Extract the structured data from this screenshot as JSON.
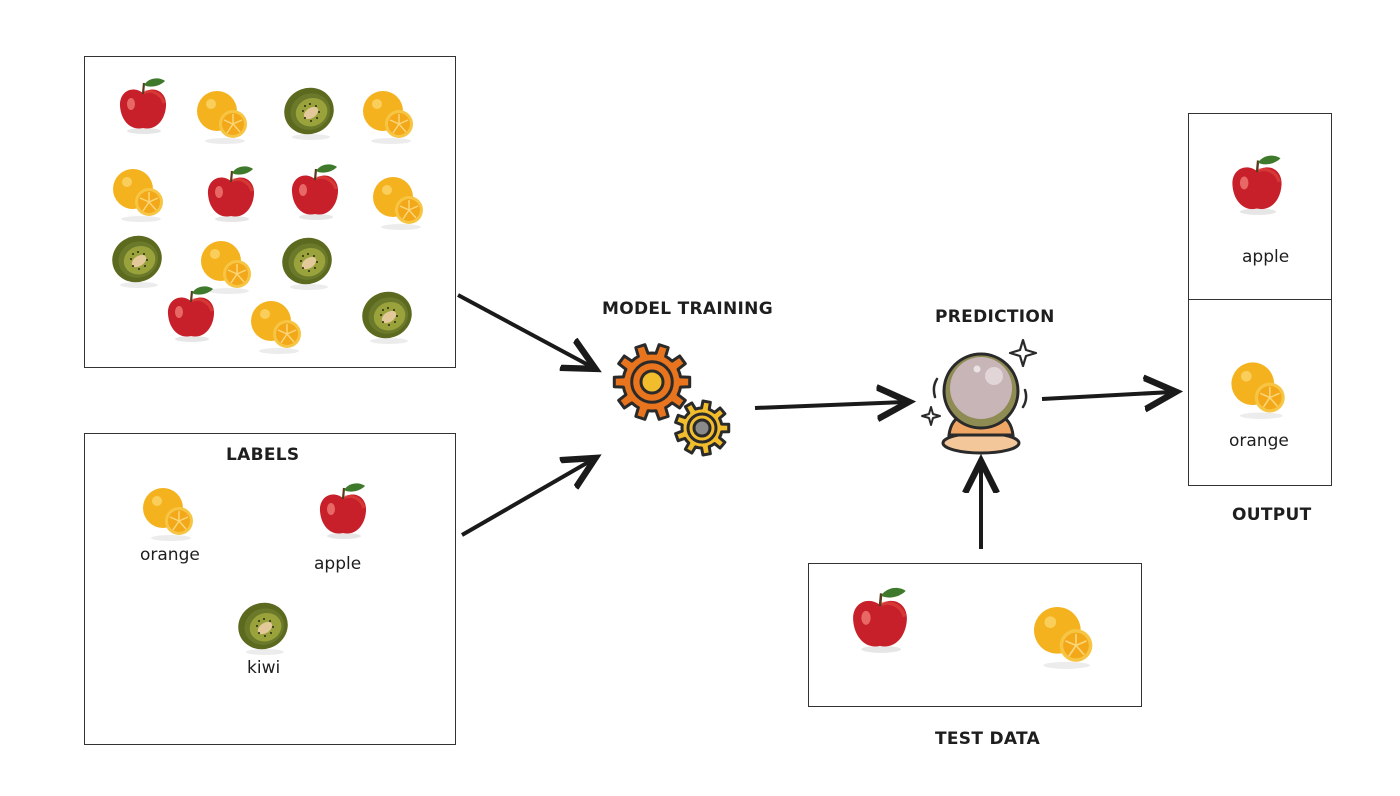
{
  "headings": {
    "model_training": "MODEL TRAINING",
    "prediction": "PREDICTION",
    "labels": "LABELS",
    "output": "OUTPUT",
    "test_data": "TEST DATA"
  },
  "labels_panel": {
    "items": [
      {
        "fruit": "orange",
        "text": "orange"
      },
      {
        "fruit": "apple",
        "text": "apple"
      },
      {
        "fruit": "kiwi",
        "text": "kiwi"
      }
    ]
  },
  "training_panel": {
    "items": [
      "apple",
      "orange",
      "kiwi",
      "orange",
      "orange",
      "apple",
      "apple",
      "orange",
      "kiwi",
      "orange",
      "kiwi",
      "apple",
      "orange",
      "kiwi"
    ]
  },
  "test_panel": {
    "items": [
      "apple",
      "orange"
    ]
  },
  "output_panel": {
    "items": [
      {
        "fruit": "apple",
        "text": "apple"
      },
      {
        "fruit": "orange",
        "text": "orange"
      }
    ]
  },
  "colors": {
    "apple_red": "#c8202a",
    "orange_yellow": "#f5b21f",
    "kiwi_green": "#6b7a2a",
    "gear_orange": "#e8741e",
    "gear_yellow": "#f2bd2c",
    "arrow": "#1a1a1a"
  },
  "icons": {
    "training": "gears-icon",
    "prediction": "crystal-ball-icon"
  }
}
